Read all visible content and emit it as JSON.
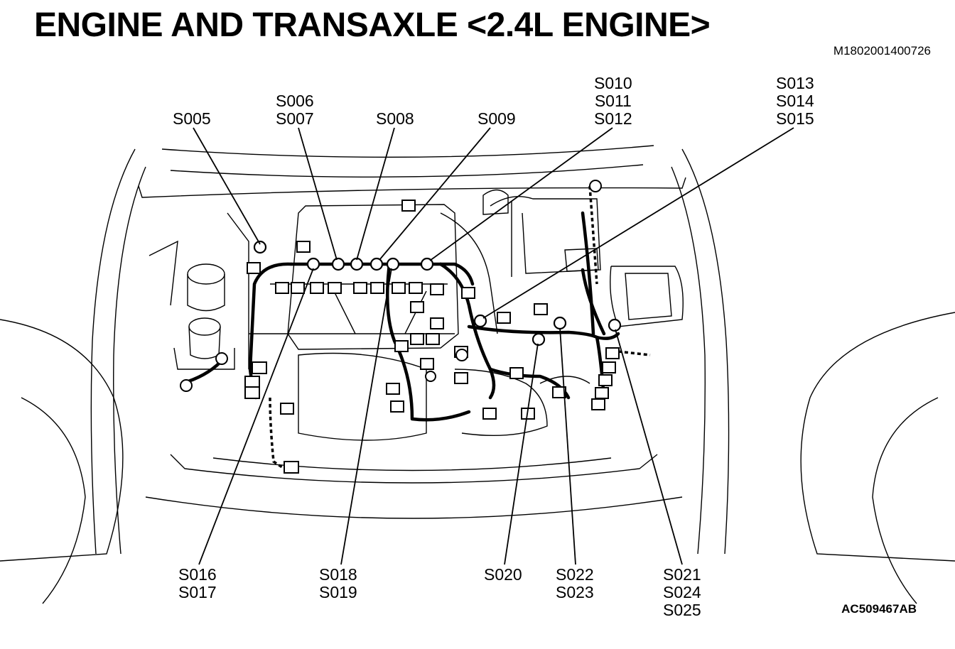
{
  "title": "ENGINE AND TRANSAXLE <2.4L ENGINE>",
  "document_id": "M1802001400726",
  "figure_id": "AC509467AB",
  "labels": {
    "s005": [
      "S005"
    ],
    "s006": [
      "S006",
      "S007"
    ],
    "s008": [
      "S008"
    ],
    "s009": [
      "S009"
    ],
    "s010": [
      "S010",
      "S011",
      "S012"
    ],
    "s013": [
      "S013",
      "S014",
      "S015"
    ],
    "s016": [
      "S016",
      "S017"
    ],
    "s018": [
      "S018",
      "S019"
    ],
    "s020": [
      "S020"
    ],
    "s022": [
      "S022",
      "S023"
    ],
    "s021": [
      "S021",
      "S024",
      "S025"
    ]
  }
}
